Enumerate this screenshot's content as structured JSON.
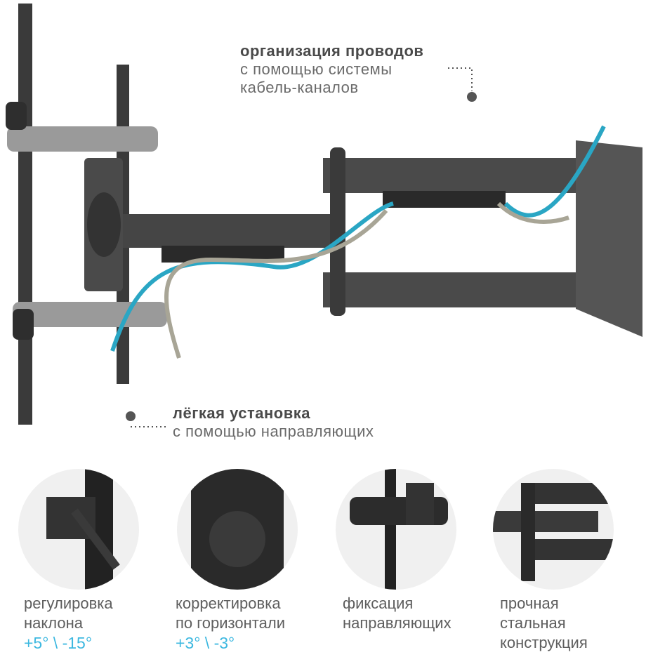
{
  "callouts": {
    "cable": {
      "title": "организация проводов",
      "line1": "с помощью системы",
      "line2": "кабель-каналов"
    },
    "install": {
      "title": "лёгкая установка",
      "line1": "с помощью направляющих"
    }
  },
  "features": [
    {
      "line1": "регулировка",
      "line2": "наклона",
      "accent": "+5° \\ -15°"
    },
    {
      "line1": "корректировка",
      "line2": "по горизонтали",
      "accent": "+3° \\ -3°"
    },
    {
      "line1": "фиксация",
      "line2": "направляющих"
    },
    {
      "line1": "прочная",
      "line2": "стальная",
      "line3": "конструкция"
    }
  ],
  "colors": {
    "accent": "#3db8e0",
    "metal": "#3c3c3c",
    "text": "#5e5e5e"
  }
}
